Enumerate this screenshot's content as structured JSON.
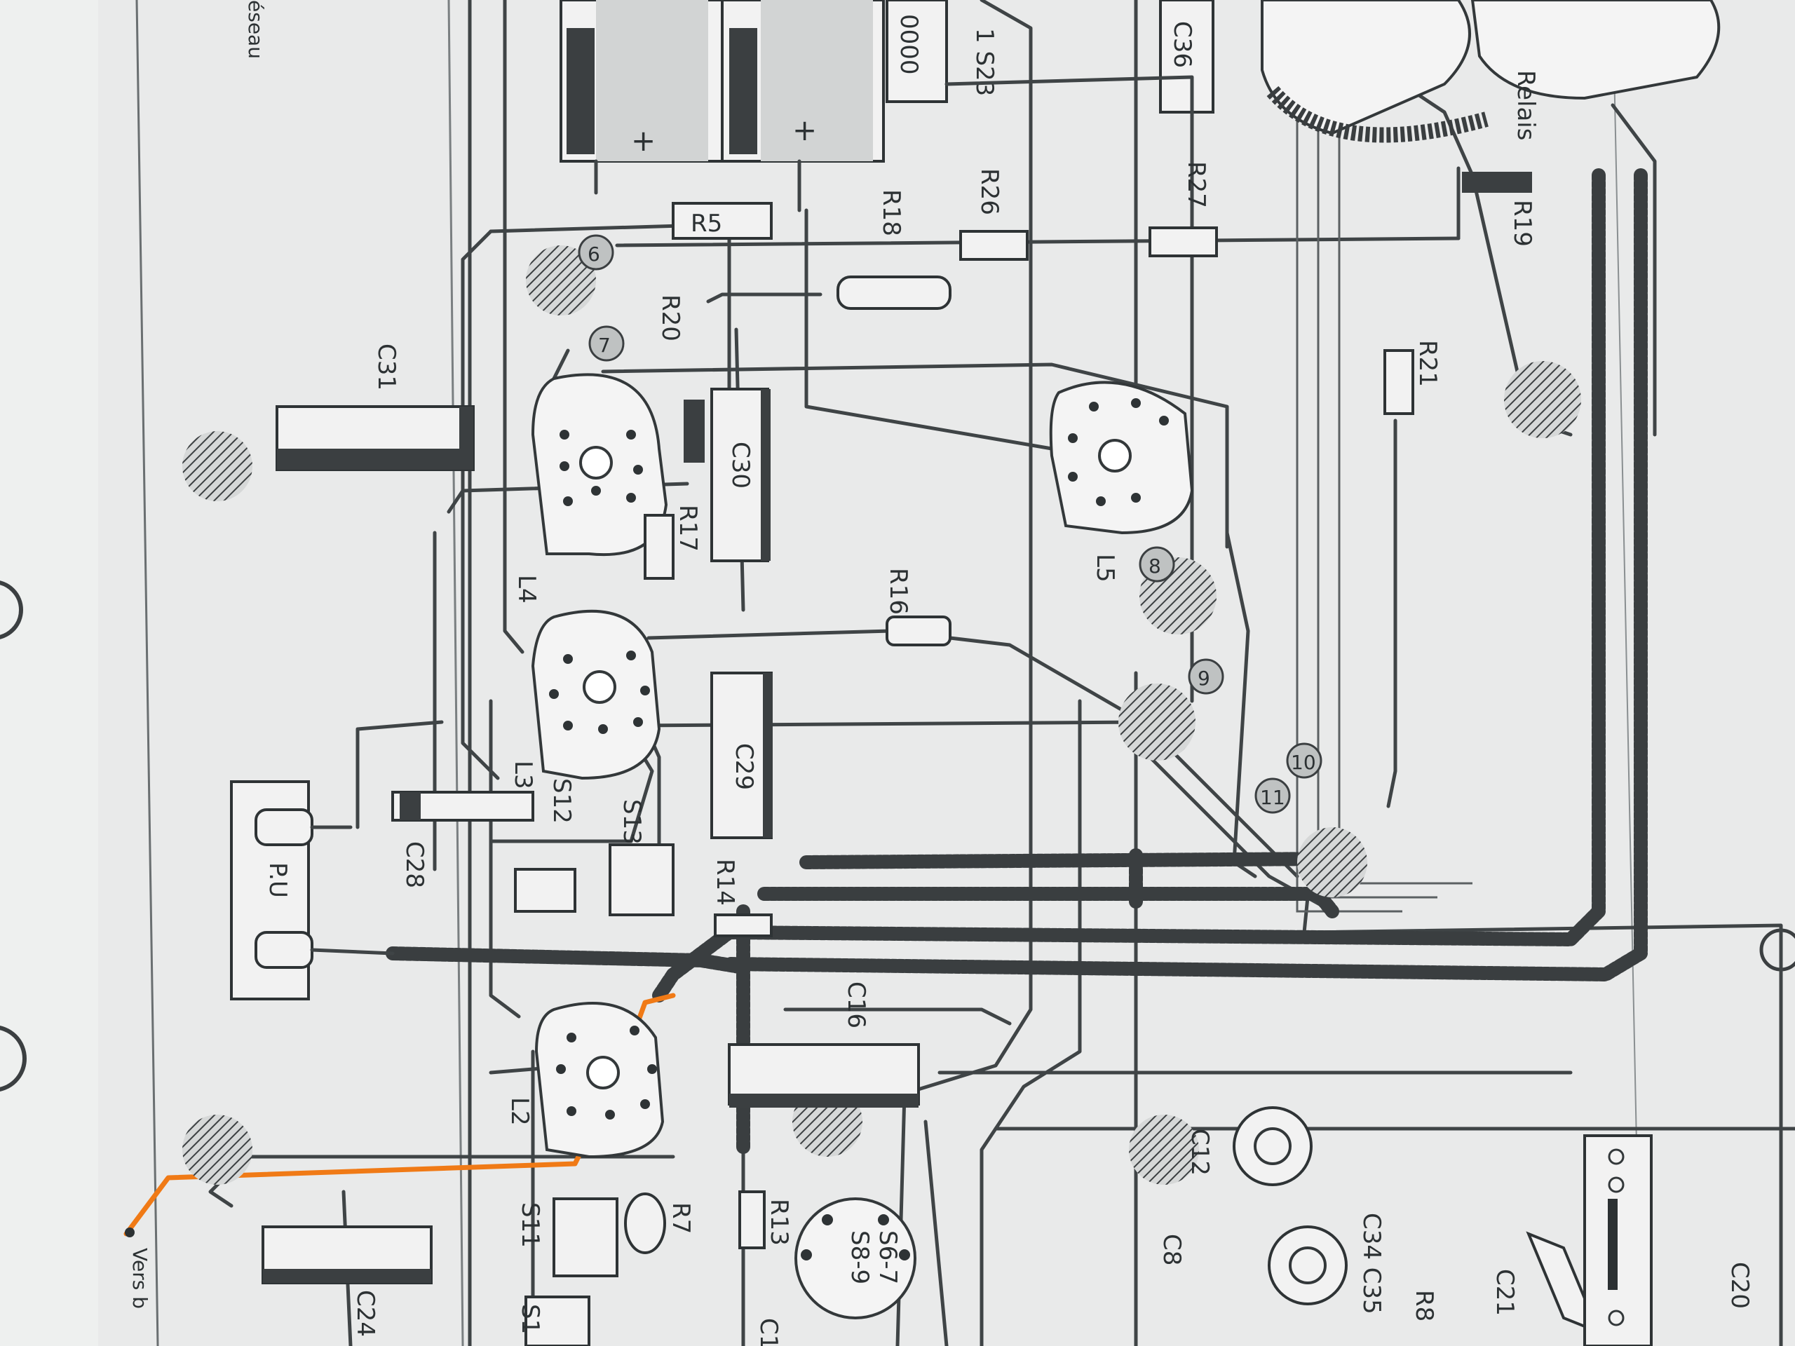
{
  "labels": {
    "reseau": "éseau",
    "s23": "1 S23",
    "c36": "C36",
    "cap_value": "0000",
    "r5": "R5",
    "r18": "R18",
    "r26": "R26",
    "r27": "R27",
    "r19": "R19",
    "r20": "R20",
    "r21": "R21",
    "r17": "R17",
    "r16": "R16",
    "r14": "R14",
    "r13": "R13",
    "r7": "R7",
    "r8": "R8",
    "c31": "C31",
    "c30": "C30",
    "c29": "C29",
    "c28": "C28",
    "c16": "C16",
    "c12": "C12",
    "c34_35": "C34 C35",
    "c21": "C21",
    "c20": "C20",
    "c24": "C24",
    "c_bottom": "C1",
    "c8": "C8",
    "l2": "L2",
    "l3": "L3",
    "l4": "L4",
    "l5": "L5",
    "s11": "S11",
    "s12": "S12",
    "s13": "S13",
    "s_bottom": "S1",
    "s6_7": "S6-7",
    "s8_9": "S8-9",
    "pu": "P.U",
    "relais": "Relais",
    "vers": "Vers b",
    "plus1": "+",
    "plus2": "+"
  },
  "tags": [
    "6",
    "7",
    "8",
    "9",
    "10",
    "11"
  ],
  "colors": {
    "paper": "#e9eaea",
    "ink": "#2c3133",
    "added_wire": "#f07a16"
  }
}
